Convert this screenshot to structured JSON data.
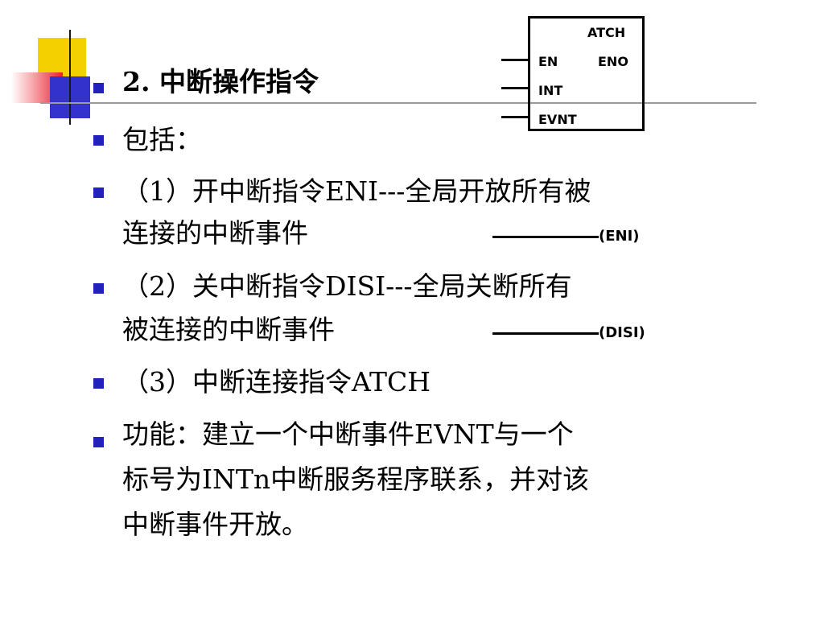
{
  "diagram": {
    "box_title": "ATCH",
    "pin_en": "EN",
    "pin_eno": "ENO",
    "pin_int": "INT",
    "pin_evnt": "EVNT",
    "eni_label": "(ENI)",
    "disi_label": "(DISI)"
  },
  "content": {
    "title": "2. 中断操作指令",
    "items": [
      {
        "lines": [
          "包括："
        ]
      },
      {
        "lines": [
          "（1）开中断指令ENI---全局开放所有被",
          "连接的中断事件"
        ]
      },
      {
        "lines": [
          "（2）关中断指令DISI---全局关断所有",
          "被连接的中断事件"
        ]
      },
      {
        "lines": [
          "（3）中断连接指令ATCH"
        ]
      },
      {
        "lines": [
          "功能：建立一个中断事件EVNT与一个",
          "标号为INTn中断服务程序联系，并对该",
          "中断事件开放。"
        ]
      }
    ]
  }
}
